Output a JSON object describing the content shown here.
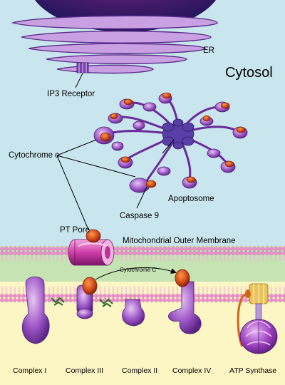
{
  "labels": {
    "er": "ER",
    "cytosol": "Cytosol",
    "ip3_receptor": "IP3 Receptor",
    "cytochrome_c": "Cytochrome c",
    "apoptosome": "Apoptosome",
    "caspase9": "Caspase 9",
    "pt_pore": "PT Pore",
    "outer_membrane": "Mitochondrial Outer Membrane",
    "cytochrome_c_arrow": "Cytochrome C",
    "complex_1": "Complex I",
    "complex_3": "Complex III",
    "complex_2": "Complex II",
    "complex_4": "Complex IV",
    "atp_synthase": "ATP Synthase"
  },
  "colors": {
    "cytosol_bg": "#c9e6ee",
    "intermembrane_bg": "#c6e3b4",
    "matrix_bg": "#fbf6c3",
    "membrane": "#ec8fd0",
    "nucleus": "#3a1b6a",
    "er": "#9b6bc4",
    "protein": "#9a56c2",
    "cytochrome": "#cf4f12"
  }
}
